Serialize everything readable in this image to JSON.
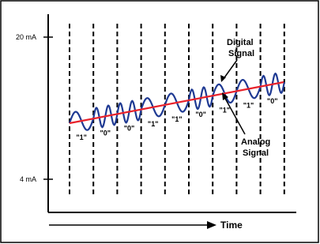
{
  "y_axis": {
    "tick_top": "20 mA",
    "tick_bottom": "4 mA"
  },
  "x_axis": {
    "title": "Time"
  },
  "annotations": {
    "digital": [
      "Digital",
      "Signal"
    ],
    "analog": [
      "Analog",
      "Signal"
    ]
  },
  "bits": [
    "\"1\"",
    "\"0\"",
    "\"0\"",
    "\"1\"",
    "\"1\"",
    "\"0\"",
    "\"1\"",
    "\"1\"",
    "\"0\""
  ],
  "colors": {
    "digital_signal": "#1f3a93",
    "analog_signal": "#e8222b",
    "frame": "#000000"
  },
  "icons": [
    "arrow-right-icon"
  ]
}
